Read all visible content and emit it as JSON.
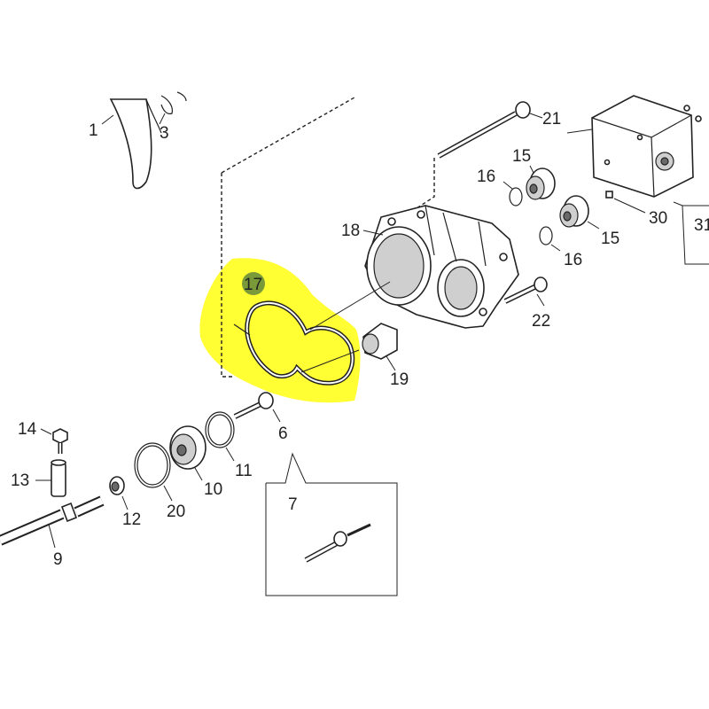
{
  "diagram": {
    "highlight_color": "#ffff33",
    "badge_color": "#7a9a3a",
    "highlighted_part": "17",
    "callouts": {
      "p1": "1",
      "p3": "3",
      "p21": "21",
      "p15a": "15",
      "p16a": "16",
      "p30": "30",
      "p31": "31",
      "p18": "18",
      "p15b": "15",
      "p16b": "16",
      "p17": "17",
      "p22": "22",
      "p19": "19",
      "p6": "6",
      "p14": "14",
      "p13": "13",
      "p11": "11",
      "p10": "10",
      "p20": "20",
      "p12": "12",
      "p9": "9",
      "p7": "7"
    }
  }
}
